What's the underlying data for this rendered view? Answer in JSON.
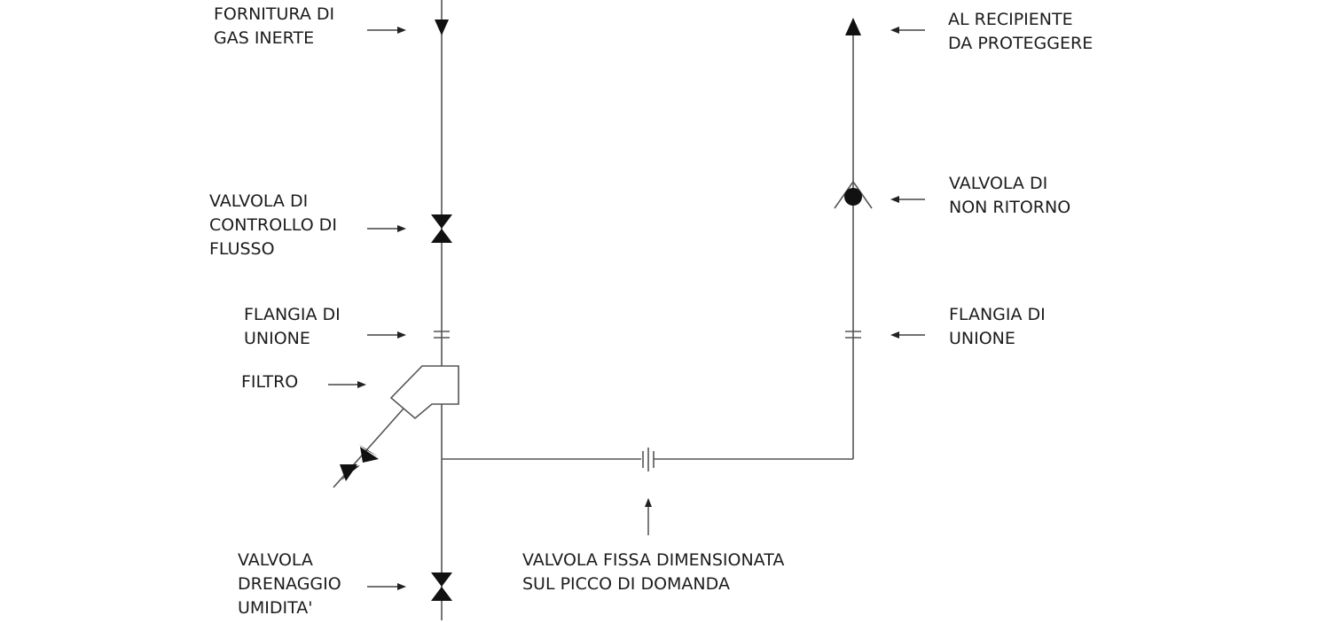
{
  "labels": {
    "gas_supply": [
      "FORNITURA DI",
      "GAS INERTE"
    ],
    "flow_control_valve": [
      "VALVOLA DI",
      "CONTROLLO DI",
      "FLUSSO"
    ],
    "flange_left": [
      "FLANGIA DI",
      "UNIONE"
    ],
    "filter": [
      "FILTRO"
    ],
    "drain_valve": [
      "VALVOLA",
      "DRENAGGIO",
      "UMIDITA'"
    ],
    "fixed_valve": [
      "VALVOLA FISSA DIMENSIONATA",
      "SUL PICCO DI DOMANDA"
    ],
    "to_vessel": [
      "AL RECIPIENTE",
      "DA PROTEGGERE"
    ],
    "check_valve": [
      "VALVOLA DI",
      "NON RITORNO"
    ],
    "flange_right": [
      "FLANGIA DI",
      "UNIONE"
    ]
  },
  "colors": {
    "line": "#555555",
    "symbol": "#111111",
    "text": "#1c1c1c"
  }
}
